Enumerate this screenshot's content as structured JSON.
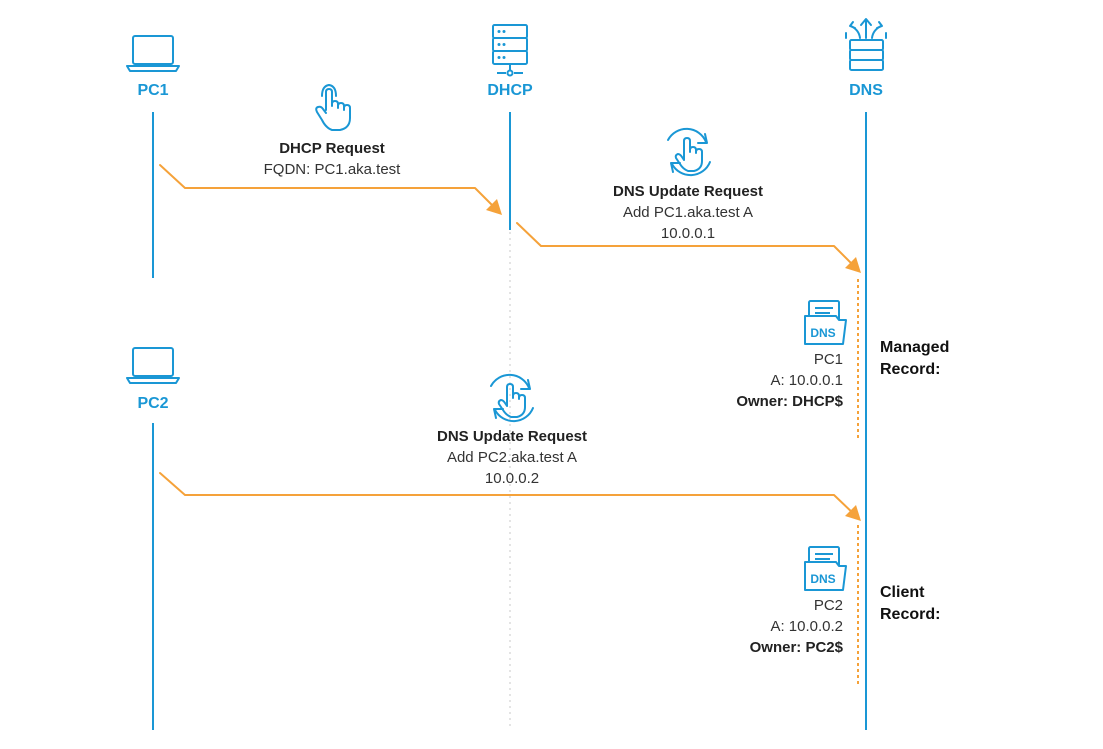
{
  "actors": {
    "pc1": "PC1",
    "dhcp": "DHCP",
    "dns": "DNS",
    "pc2": "PC2"
  },
  "messages": {
    "dhcp_request": {
      "title": "DHCP Request",
      "detail": "FQDN: PC1.aka.test"
    },
    "dns_update_1": {
      "title": "DNS Update Request",
      "line1": "Add PC1.aka.test A",
      "line2": "10.0.0.1"
    },
    "dns_update_2": {
      "title": "DNS Update Request",
      "line1": "Add PC2.aka.test A",
      "line2": "10.0.0.2"
    }
  },
  "records": {
    "managed": {
      "name": "PC1",
      "address": "A: 10.0.0.1",
      "owner": "Owner: DHCP$",
      "label_line1": "Managed",
      "label_line2": "Record:",
      "icon_text": "DNS"
    },
    "client": {
      "name": "PC2",
      "address": "A: 10.0.0.2",
      "owner": "Owner: PC2$",
      "label_line1": "Client",
      "label_line2": "Record:",
      "icon_text": "DNS"
    }
  },
  "colors": {
    "lifeline": "#1a97d5",
    "arrow": "#f5a23a",
    "text": "#333333"
  }
}
